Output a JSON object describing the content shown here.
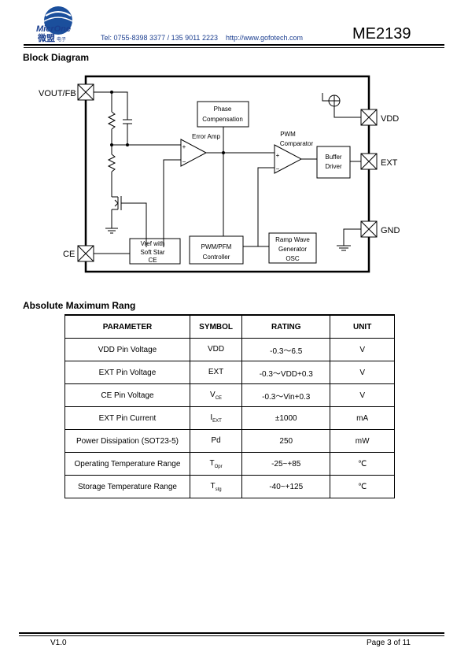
{
  "header": {
    "logo_text": "MicrOne",
    "logo_cn": "微盟",
    "logo_cn_small": "电子",
    "tel": "Tel: 0755-8398 3377 / 135 9011 2223",
    "url": "http://www.gofotech.com",
    "part_number": "ME2139"
  },
  "block_diagram": {
    "title": "Block Diagram",
    "pins": {
      "vout_fb": "VOUT/FB",
      "ce": "CE",
      "vdd": "VDD",
      "ext": "EXT",
      "gnd": "GND"
    },
    "blocks": {
      "phase_comp_1": "Phase",
      "phase_comp_2": "Compensation",
      "error_amp": "Error  Amp",
      "pwm_comp_1": "PWM",
      "pwm_comp_2": "Comparator",
      "buffer_1": "Buffer",
      "buffer_2": "Driver",
      "vref_1": "Vref with",
      "vref_2": "Soft Star",
      "vref_3": "CE",
      "pwmpfm_1": "PWM/PFM",
      "pwmpfm_2": "Controller",
      "ramp_1": "Ramp Wave",
      "ramp_2": "Generator",
      "ramp_3": "OSC",
      "plus": "+",
      "minus": "−"
    }
  },
  "ratings": {
    "title": "Absolute Maximum Rang",
    "headers": [
      "PARAMETER",
      "SYMBOL",
      "RATING",
      "UNIT"
    ],
    "rows": [
      {
        "param": "VDD Pin Voltage",
        "sym": "VDD",
        "sub": "",
        "rating": "-0.3～6.5",
        "unit": "V"
      },
      {
        "param": "EXT Pin Voltage",
        "sym": "EXT",
        "sub": "",
        "rating": "-0.3～VDD+0.3",
        "unit": "V"
      },
      {
        "param": "CE Pin Voltage",
        "sym": "V",
        "sub": "CE",
        "rating": "-0.3～Vin+0.3",
        "unit": "V"
      },
      {
        "param": "EXT Pin Current",
        "sym": "I",
        "sub": "EXT",
        "rating": "±1000",
        "unit": "mA"
      },
      {
        "param": "Power Dissipation (SOT23-5)",
        "sym": "Pd",
        "sub": "",
        "rating": "250",
        "unit": "mW"
      },
      {
        "param": "Operating Temperature Range",
        "sym": "T",
        "sub": "Opr",
        "rating": "-25~+85",
        "unit": "℃"
      },
      {
        "param": "Storage Temperature Range",
        "sym": "T",
        "sub": "stg",
        "rating": "-40~+125",
        "unit": "℃"
      }
    ]
  },
  "footer": {
    "version": "V1.0",
    "page": "Page 3 of 11"
  }
}
